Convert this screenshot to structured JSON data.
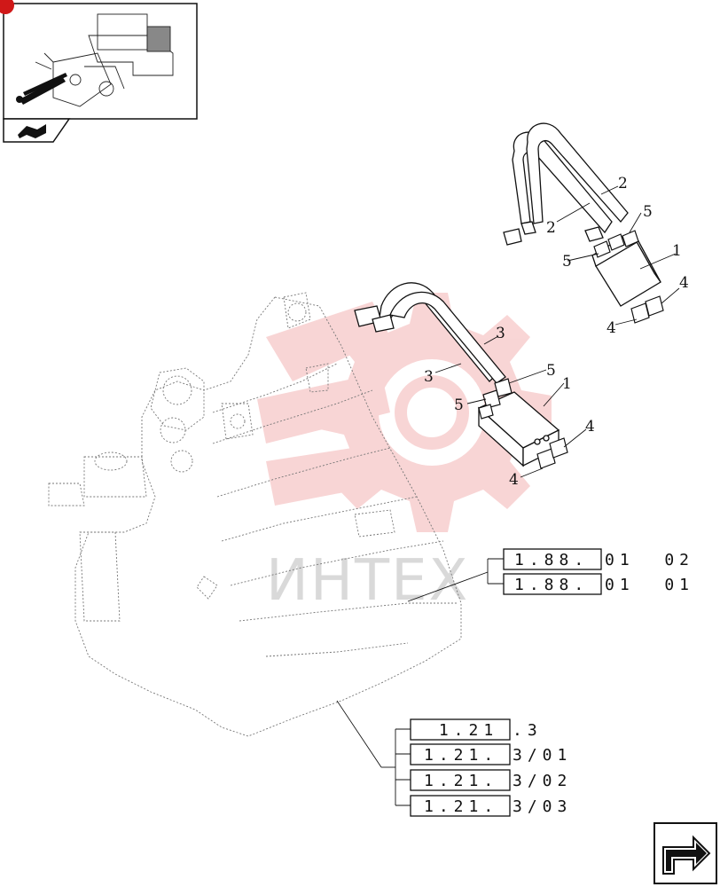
{
  "watermark": {
    "text": "ИНТЕХ",
    "color": "#f2a3a3"
  },
  "callouts": {
    "c1_upper": "1",
    "c2_left": "2",
    "c2_right": "2",
    "c5_upper_right": "5",
    "c5_upper_left": "5",
    "c4_upper_right": "4",
    "c4_upper_left": "4",
    "c3_right": "3",
    "c3_left": "3",
    "c1_lower": "1",
    "c5_lower_right": "5",
    "c5_lower_left": "5",
    "c4_lower_right": "4",
    "c4_lower_left": "4"
  },
  "references_upper": [
    {
      "boxed": "1.88.",
      "suffix": "01  02"
    },
    {
      "boxed": "1.88.",
      "suffix": "01  01"
    }
  ],
  "references_lower": [
    {
      "boxed": " 1.21",
      "suffix": ".3"
    },
    {
      "boxed": "1.21.",
      "suffix": "3/01"
    },
    {
      "boxed": "1.21.",
      "suffix": "3/02"
    },
    {
      "boxed": "1.21.",
      "suffix": "3/03"
    }
  ],
  "icons": {
    "thumbnail": "assembly-location-thumbnail",
    "thumbnail_tab": "book-arrow-icon",
    "next_page": "next-page-arrow-icon",
    "corner_badge": "red-corner-badge"
  }
}
